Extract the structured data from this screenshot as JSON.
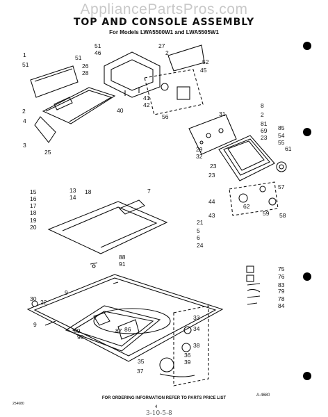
{
  "watermark": "AppliancePartsPros.com",
  "title": "TOP AND CONSOLE ASSEMBLY",
  "subtitle": "For Models LWA5500W1 and LWA5505W1",
  "diagram_code": "A-4680",
  "footer": "FOR ORDERING INFORMATION REFER TO PARTS PRICE LIST",
  "left_code": "254680",
  "page_number": "4",
  "handwriting": "3-10-5-8",
  "labels": [
    "1",
    "51",
    "2",
    "4",
    "3",
    "25",
    "51",
    "46",
    "51",
    "26",
    "28",
    "27",
    "2",
    "52",
    "45",
    "40",
    "41",
    "42",
    "56",
    "31",
    "8",
    "2",
    "81",
    "69",
    "23",
    "85",
    "54",
    "55",
    "61",
    "29",
    "32",
    "23",
    "23",
    "44",
    "43",
    "62",
    "57",
    "59",
    "58",
    "7",
    "15",
    "16",
    "17",
    "18",
    "19",
    "20",
    "13",
    "14",
    "18",
    "21",
    "5",
    "6",
    "24",
    "88",
    "91",
    "9",
    "30",
    "22",
    "9",
    "89",
    "90",
    "87",
    "86",
    "33",
    "34",
    "38",
    "35",
    "36",
    "39",
    "37",
    "75",
    "76",
    "83",
    "79",
    "78",
    "84"
  ]
}
